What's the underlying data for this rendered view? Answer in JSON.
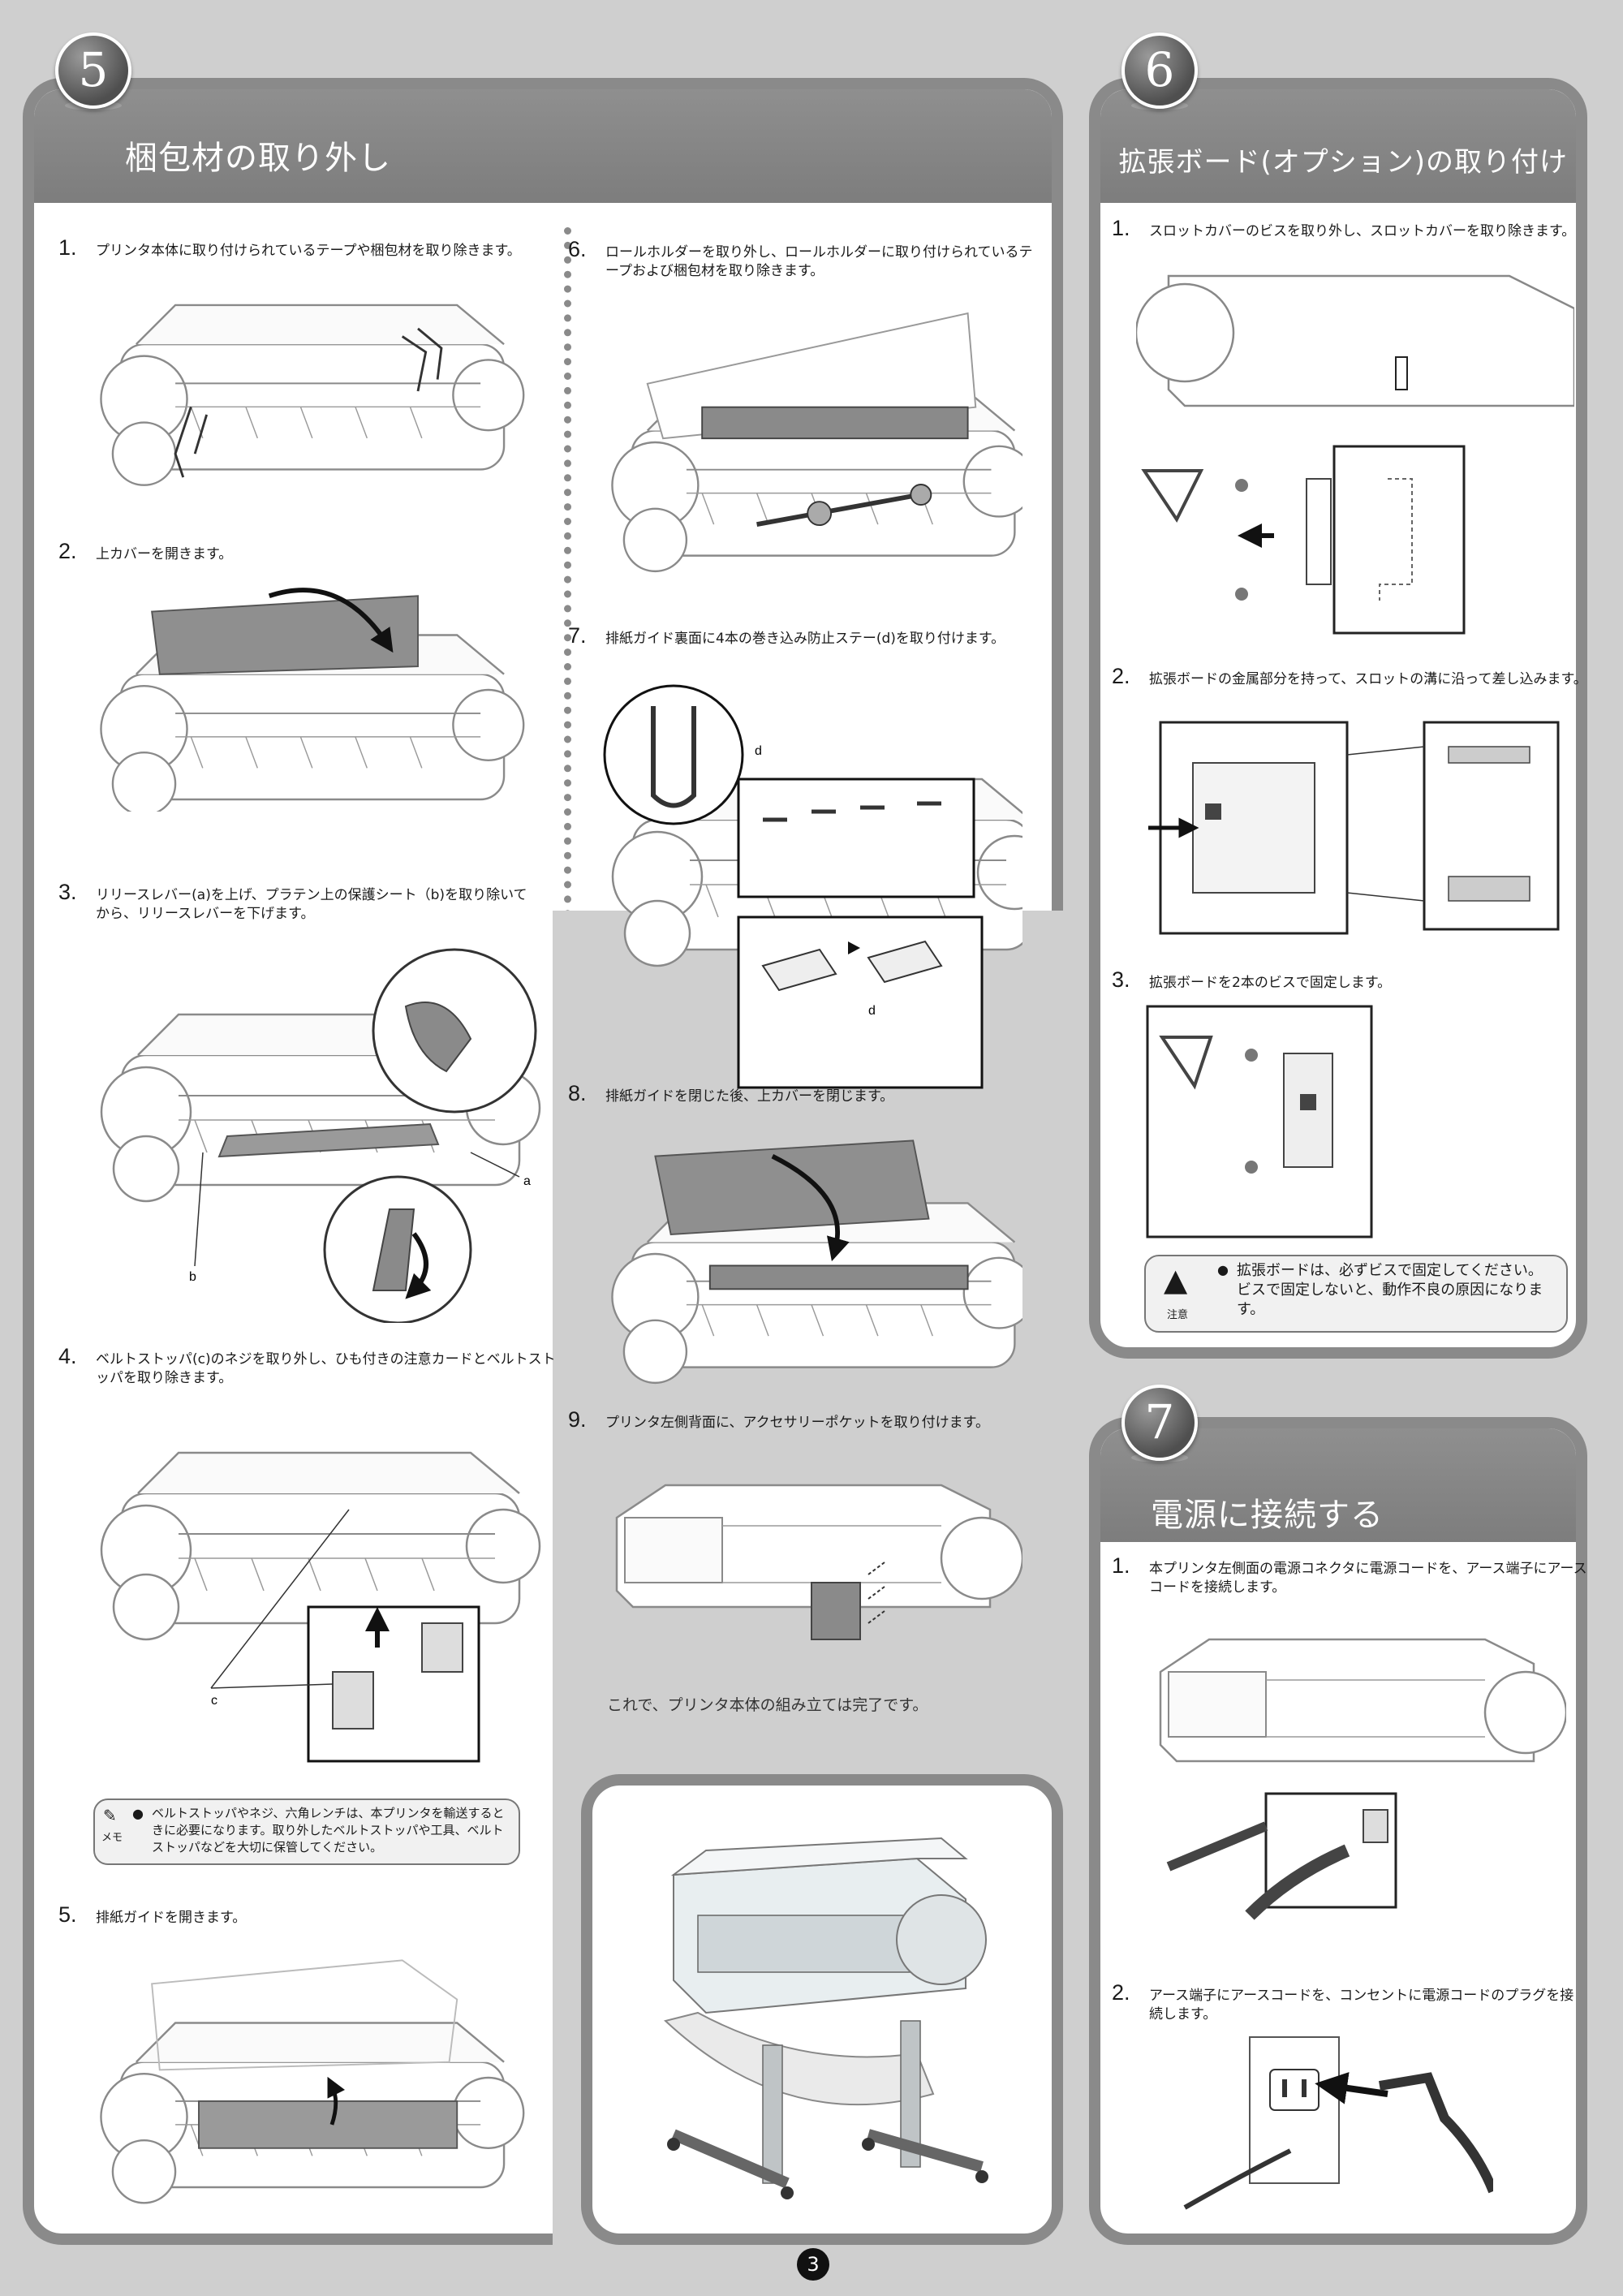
{
  "section5": {
    "number": "5",
    "title": "梱包材の取り外し",
    "steps": [
      {
        "num": "1.",
        "text": "プリンタ本体に取り付けられているテープや梱包材を取り除きます。"
      },
      {
        "num": "2.",
        "text": "上カバーを開きます。"
      },
      {
        "num": "3.",
        "text": "リリースレバー(a)を上げ、プラテン上の保護シート（b)を取り除いてから、リリースレバーを下げます。"
      },
      {
        "num": "4.",
        "text": "ベルトストッパ(c)のネジを取り外し、ひも付きの注意カードとベルトストッパを取り除きます。"
      },
      {
        "num": "5.",
        "text": "排紙ガイドを開きます。"
      },
      {
        "num": "6.",
        "text": "ロールホルダーを取り外し、ロールホルダーに取り付けられているテープおよび梱包材を取り除きます。"
      },
      {
        "num": "7.",
        "text": "排紙ガイド裏面に4本の巻き込み防止ステー(d)を取り付けます。"
      },
      {
        "num": "8.",
        "text": "排紙ガイドを閉じた後、上カバーを閉じます。"
      },
      {
        "num": "9.",
        "text": "プリンタ左側背面に、アクセサリーポケットを取り付けます。"
      }
    ],
    "labels": {
      "a": "a",
      "b": "b",
      "c": "c",
      "d": "d"
    },
    "memo": {
      "icon_label": "メモ",
      "text": "ベルトストッパやネジ、六角レンチは、本プリンタを輸送するときに必要になります。取り外したベルトストッパや工具、ベルトストッパなどを大切に保管してください。"
    },
    "completion": "これで、プリンタ本体の組み立ては完了です。"
  },
  "section6": {
    "number": "6",
    "title": "拡張ボード(オプション)の取り付け",
    "steps": [
      {
        "num": "1.",
        "text": "スロットカバーのビスを取り外し、スロットカバーを取り除きます。"
      },
      {
        "num": "2.",
        "text": "拡張ボードの金属部分を持って、スロットの溝に沿って差し込みます。"
      },
      {
        "num": "3.",
        "text": "拡張ボードを2本のビスで固定します。"
      }
    ],
    "caution": {
      "icon_label": "注意",
      "text": "拡張ボードは、必ずビスで固定してください。ビスで固定しないと、動作不良の原因になります。"
    }
  },
  "section7": {
    "number": "7",
    "title": "電源に接続する",
    "steps": [
      {
        "num": "1.",
        "text": "本プリンタ左側面の電源コネクタに電源コードを、アース端子にアースコードを接続します。"
      },
      {
        "num": "2.",
        "text": "アース端子にアースコードを、コンセントに電源コードのプラグを接続します。"
      }
    ]
  },
  "page_number": "3"
}
